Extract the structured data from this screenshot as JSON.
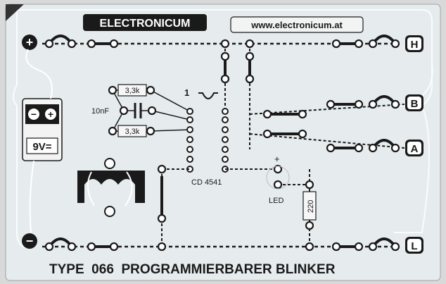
{
  "brand": "ELECTRONICUM",
  "website": "www.electronicum.at",
  "battery": {
    "voltage_label": "9V=",
    "plus_symbol": "+",
    "minus_symbol": "−"
  },
  "rails": {
    "plus_symbol": "+",
    "minus_symbol": "−"
  },
  "terminals": {
    "h": "H",
    "b": "B",
    "a": "A",
    "l": "L"
  },
  "components": {
    "resistor_top": "3,3k",
    "resistor_bottom": "3,3k",
    "capacitor": "10nF",
    "resistor_led": "220",
    "ic_label": "CD 4541",
    "pin1_marker": "1",
    "led_label": "LED",
    "led_plus": "+"
  },
  "footer_title": "TYPE  066  PROGRAMMIERBARER BLINKER",
  "colors": {
    "panel": "#e6ecee",
    "ink": "#1a1a1a",
    "background": "#d9d9d9",
    "label_bg": "#1a1a1a"
  }
}
